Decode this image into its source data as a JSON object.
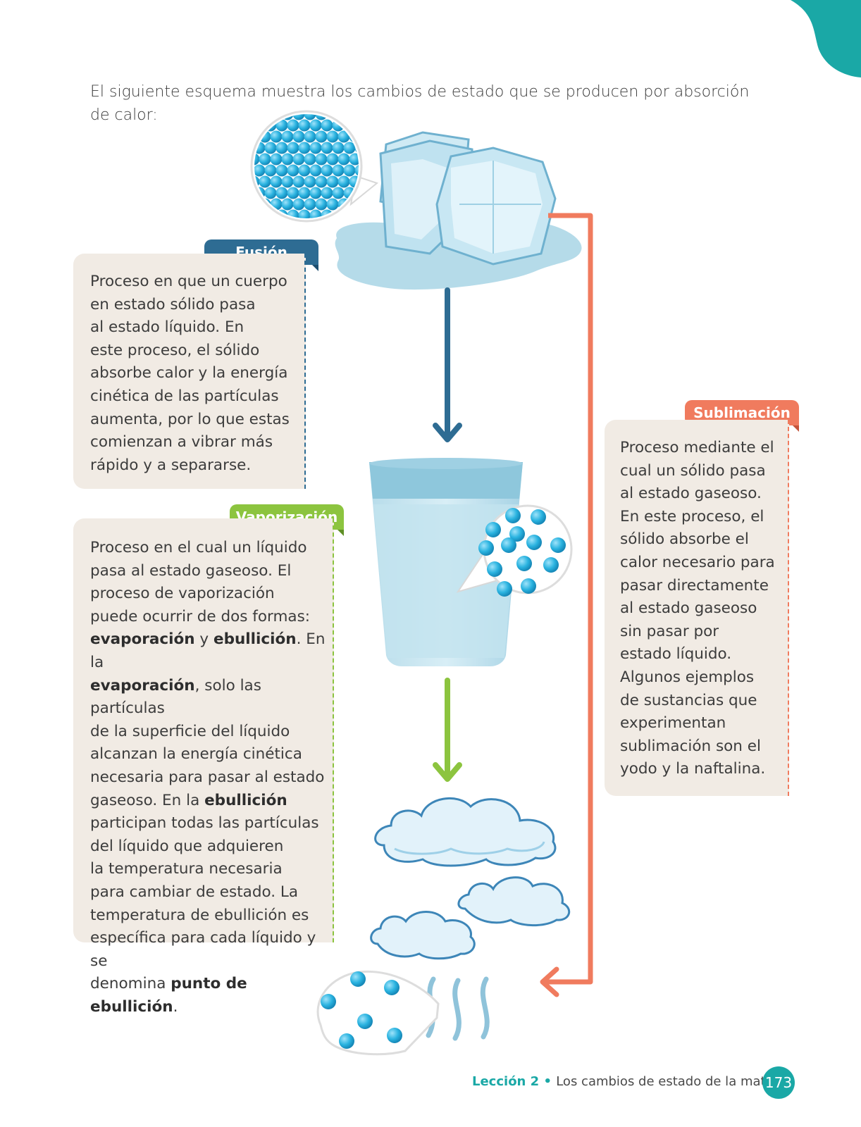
{
  "intro": {
    "text": "El siguiente esquema muestra los cambios de estado que se producen por absorción de calor:"
  },
  "fusion": {
    "title": "Fusión",
    "lines": [
      "Proceso en que un cuerpo",
      "en estado sólido pasa",
      "al estado líquido.  En",
      "este proceso, el sólido",
      "absorbe calor y la energía",
      "cinética de las partículas",
      "aumenta, por lo que estas",
      "comienzan a vibrar más",
      "rápido y a separarse."
    ]
  },
  "vaporizacion": {
    "title": "Vaporización",
    "l1": "Proceso en el cual un líquido",
    "l2": "pasa al estado gaseoso. El",
    "l3": "proceso de vaporización",
    "l4": "puede ocurrir de dos formas:",
    "l5_b1": "evaporación",
    "l5_t1": " y ",
    "l5_b2": "ebullición",
    "l5_t2": ". En la",
    "l6_b": "evaporación",
    "l6_t": ", solo las partículas",
    "l7": "de la superficie del líquido",
    "l8": "alcanzan la energía cinética",
    "l9": "necesaria para pasar al estado",
    "l10_t": "gaseoso. En la ",
    "l10_b": "ebullición",
    "l11": "participan todas las partículas",
    "l12": "del líquido que adquieren",
    "l13": "la temperatura necesaria",
    "l14": "para cambiar de estado. La",
    "l15": "temperatura de ebullición es",
    "l16": "específica para cada líquido y se",
    "l17_t": "denomina ",
    "l17_b": "punto de ebullición",
    "l17_end": "."
  },
  "sublimacion": {
    "title": "Sublimación",
    "lines": [
      "Proceso mediante el",
      "cual un sólido pasa",
      "al estado gaseoso.",
      "En este proceso, el",
      "sólido absorbe el",
      "calor necesario para",
      "pasar directamente",
      "al estado gaseoso",
      "sin pasar por",
      "estado líquido.",
      "Algunos ejemplos",
      "de sustancias que",
      "experimentan",
      "sublimación son el",
      "yodo y la naftalina."
    ]
  },
  "footer": {
    "lesson": "Lección 2",
    "separator": " • ",
    "topic": "Los cambios de estado de la materia",
    "page_number": "173"
  },
  "colors": {
    "fusion": "#2e6c93",
    "vaporizacion": "#8cc43f",
    "sublimacion": "#f07b5e",
    "particle": "#2ab3e0",
    "teal": "#1aa8a6"
  },
  "icons": [
    "ice-cubes-icon",
    "water-glass-icon",
    "clouds-icon",
    "vapor-icon",
    "solid-particles-icon",
    "liquid-particles-icon",
    "gas-particles-icon"
  ]
}
